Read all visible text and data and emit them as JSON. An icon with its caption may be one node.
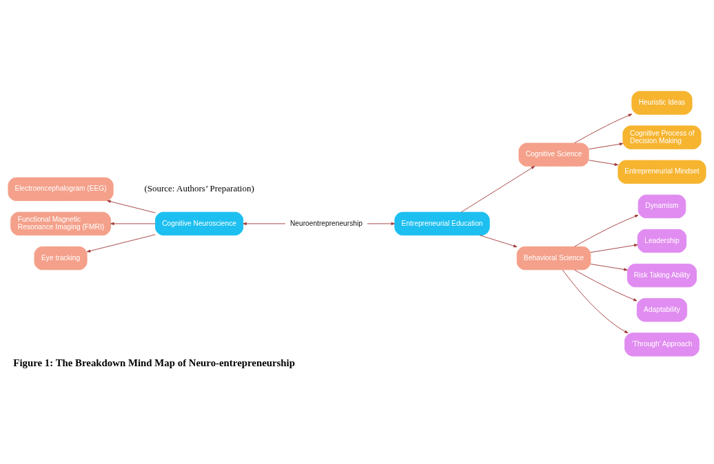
{
  "diagram": {
    "caption": "Figure 1: The Breakdown Mind Map of Neuro-entrepreneurship",
    "nodes": [
      {
        "text": [
          "Neuroentrepreneurship"
        ]
      },
      {
        "text": [
          "Cognitive Neuroscience"
        ]
      },
      {
        "text": [
          "Electroencephalogram (EEG)"
        ]
      },
      {
        "text": [
          "Functional Magnetic Resonance Imaging (FMRI)"
        ]
      },
      {
        "text": [
          "Eye tracking"
        ]
      },
      {
        "text": [
          "Entrepreneurial Education"
        ]
      },
      {
        "text": [
          "Cognitive Science"
        ]
      },
      {
        "text": [
          "Heuristic Ideas"
        ]
      },
      {
        "text": [
          "Cognitive Process of Decision Making"
        ]
      },
      {
        "text": [
          "Entrepreneurial Mindset"
        ]
      },
      {
        "text": [
          "Behavioral Science"
        ]
      },
      {
        "text": [
          "Dynamism"
        ]
      },
      {
        "text": [
          "Leadership"
        ]
      },
      {
        "text": [
          "Risk Taking Ability"
        ]
      },
      {
        "text": [
          "Adaptability"
        ]
      },
      {
        "text": [
          "‘Through’ Approach"
        ]
      }
    ],
    "edges": [
      {
        "from": 0,
        "to": 1,
        "arrow": "to"
      },
      {
        "from": 1,
        "to": 2,
        "arrow": "to"
      },
      {
        "from": 1,
        "to": 3,
        "arrow": "to"
      },
      {
        "from": 1,
        "to": 4,
        "arrow": "to"
      },
      {
        "from": 0,
        "to": 5,
        "arrow": "to"
      },
      {
        "from": 5,
        "to": 6,
        "arrow": "to"
      },
      {
        "from": 6,
        "to": 7,
        "arrow": "to"
      },
      {
        "from": 6,
        "to": 8,
        "arrow": "to"
      },
      {
        "from": 6,
        "to": 9,
        "arrow": "to"
      },
      {
        "from": 5,
        "to": 10,
        "arrow": "to"
      },
      {
        "from": 10,
        "to": 11,
        "arrow": "to"
      },
      {
        "from": 10,
        "to": 12,
        "arrow": "to"
      },
      {
        "from": 10,
        "to": 13,
        "arrow": "to"
      },
      {
        "from": 10,
        "to": 14,
        "arrow": "to"
      },
      {
        "from": 10,
        "to": 15,
        "arrow": "to"
      }
    ],
    "labels": [
      "(Source: Authors’ Preparation)"
    ]
  }
}
